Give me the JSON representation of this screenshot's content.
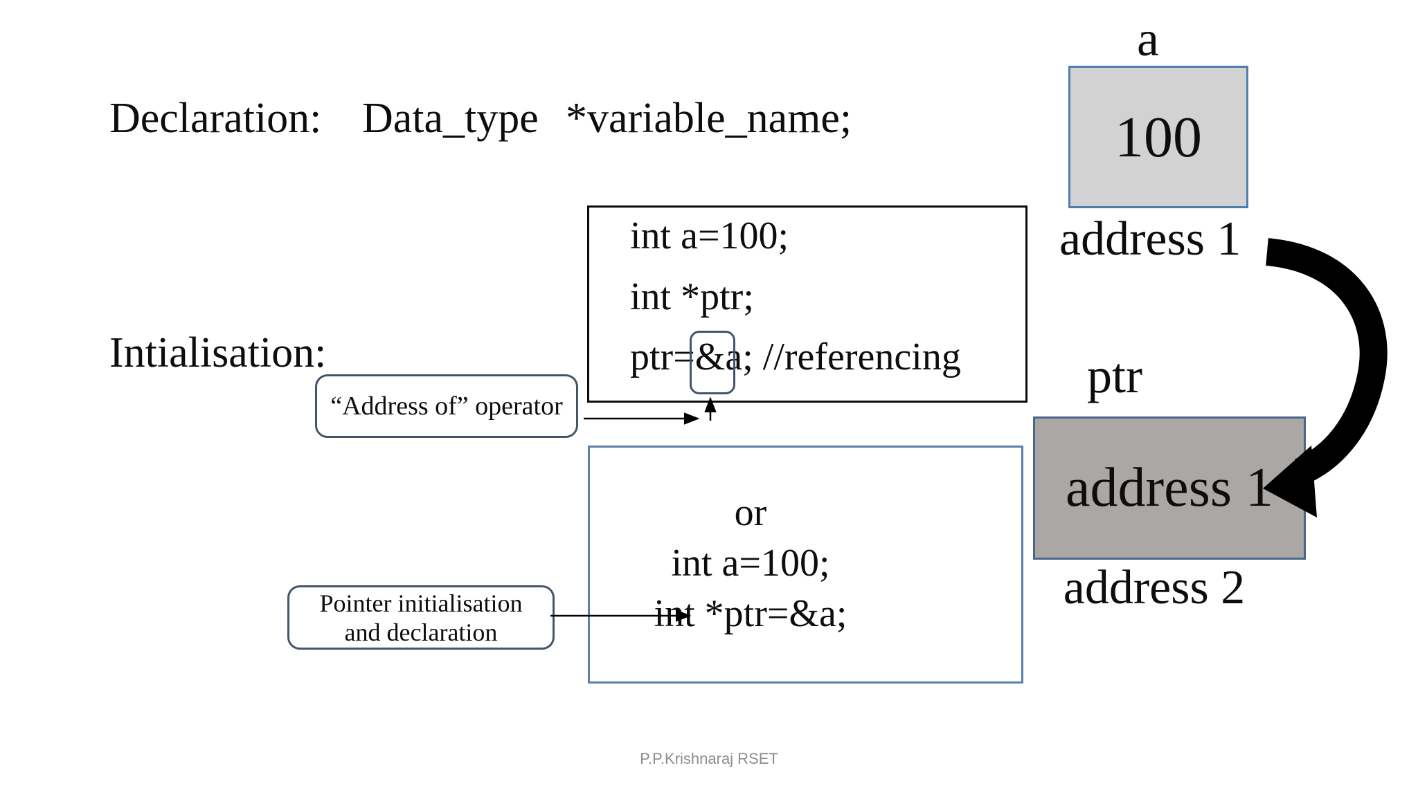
{
  "declaration": {
    "label": "Declaration:",
    "data_type": "Data_type",
    "variable": "*variable_name;"
  },
  "initialisation": {
    "label": "Intialisation:"
  },
  "code_box_1": {
    "line1": "int a=100;",
    "line2": "int *ptr;",
    "line3_prefix": "ptr=",
    "line3_ampersand": "&",
    "line3_suffix": "a; //referencing"
  },
  "code_box_2": {
    "line1": "or",
    "line2": "int a=100;",
    "line3": "int *ptr=&a;"
  },
  "callouts": {
    "address_of": "“Address of” operator",
    "pointer_init_line1": "Pointer initialisation",
    "pointer_init_line2": "and declaration"
  },
  "memory": {
    "var_a": {
      "name": "a",
      "value": "100",
      "caption": "address 1"
    },
    "var_ptr": {
      "name": "ptr",
      "value": "address 1",
      "caption": "address 2"
    }
  },
  "footer": {
    "credit": "P.P.Krishnaraj RSET"
  },
  "colors": {
    "cell_light_fill": "#d2d2d2",
    "cell_dark_fill": "#aba7a4",
    "cell_border": "#4f7cae",
    "callout_border": "#44546a",
    "code_box1_border": "#0a0a0a",
    "code_box2_border": "#5b7fa6",
    "arrow": "#000000",
    "footer_text": "#8c8c8c"
  }
}
